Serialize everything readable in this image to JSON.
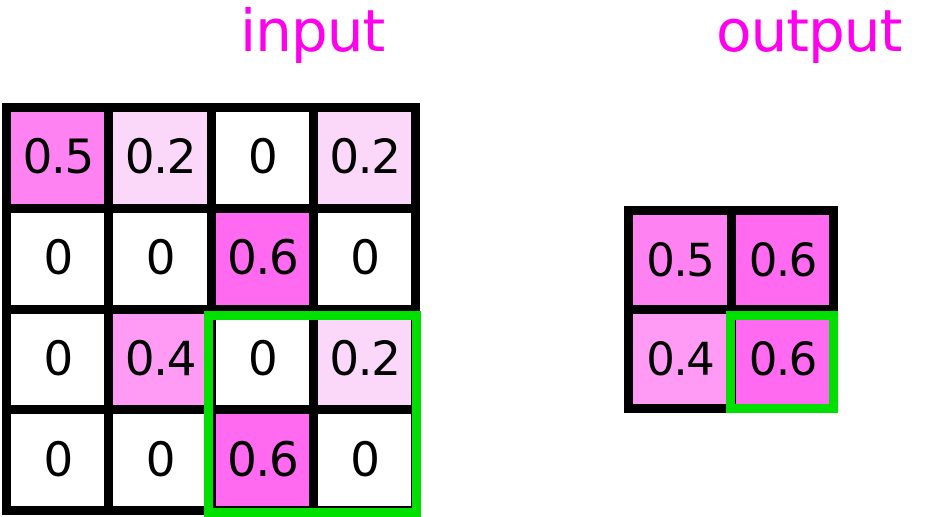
{
  "titles": {
    "input": "input",
    "output": "output"
  },
  "colors": {
    "title_magenta": "#FF00EE",
    "grid_line_black": "#000000",
    "selection_green": "#00E000",
    "cell_zero": "#FFFFFF",
    "cell_0_2": "#FBD7F9",
    "cell_0_4": "#FF9AF5",
    "cell_0_5": "#FF82F2",
    "cell_0_6": "#FF6AF0"
  },
  "input_grid": {
    "rows": 4,
    "cols": 4,
    "values": [
      [
        "0.5",
        "0.2",
        "0",
        "0.2"
      ],
      [
        "0",
        "0",
        "0.6",
        "0"
      ],
      [
        "0",
        "0.4",
        "0",
        "0.2"
      ],
      [
        "0",
        "0",
        "0.6",
        "0"
      ]
    ],
    "fills": [
      [
        "#FF82F2",
        "#FBD7F9",
        "#FFFFFF",
        "#FBD7F9"
      ],
      [
        "#FFFFFF",
        "#FFFFFF",
        "#FF6AF0",
        "#FFFFFF"
      ],
      [
        "#FFFFFF",
        "#FF9AF5",
        "#FFFFFF",
        "#FBD7F9"
      ],
      [
        "#FFFFFF",
        "#FFFFFF",
        "#FF6AF0",
        "#FFFFFF"
      ]
    ],
    "selection": {
      "label": "bottom-right-2x2-window",
      "rows": [
        3,
        4
      ],
      "cols": [
        3,
        4
      ]
    }
  },
  "output_grid": {
    "rows": 2,
    "cols": 2,
    "values": [
      [
        "0.5",
        "0.6"
      ],
      [
        "0.4",
        "0.6"
      ]
    ],
    "fills": [
      [
        "#FF82F2",
        "#FF6AF0"
      ],
      [
        "#FF9AF5",
        "#FF6AF0"
      ]
    ],
    "selection": {
      "label": "bottom-right-result-cell",
      "row": 2,
      "col": 2
    }
  },
  "chart_data": {
    "type": "heatmap",
    "title": "",
    "note": "2x2 max-pooling illustration: 4x4 input heatmap reduced to 2x2 output heatmap",
    "panels": [
      {
        "name": "input",
        "rows": 4,
        "cols": 4,
        "values": [
          [
            0.5,
            0.2,
            0,
            0.2
          ],
          [
            0,
            0,
            0.6,
            0
          ],
          [
            0,
            0.4,
            0,
            0.2
          ],
          [
            0,
            0,
            0.6,
            0
          ]
        ],
        "vmin": 0,
        "vmax": 0.6,
        "highlight_window": {
          "rows": [
            3,
            4
          ],
          "cols": [
            3,
            4
          ]
        }
      },
      {
        "name": "output",
        "rows": 2,
        "cols": 2,
        "values": [
          [
            0.5,
            0.6
          ],
          [
            0.4,
            0.6
          ]
        ],
        "vmin": 0,
        "vmax": 0.6,
        "highlight_cell": {
          "row": 2,
          "col": 2
        }
      }
    ]
  }
}
